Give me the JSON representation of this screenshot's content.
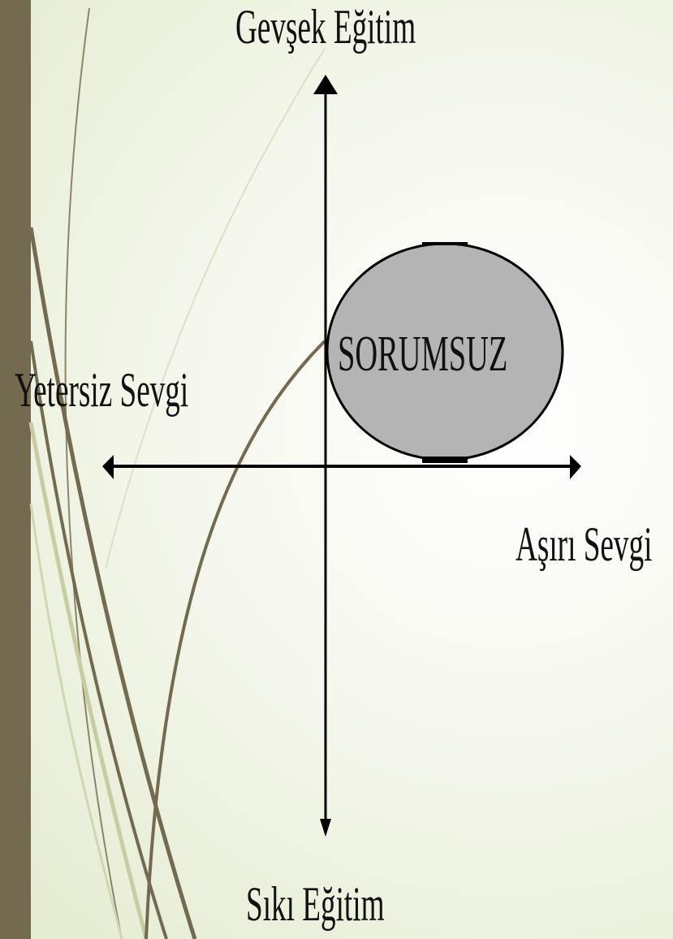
{
  "diagram": {
    "top_label": "Gevşek Eğitim",
    "bottom_label": "Sıkı Eğitim",
    "left_label": "Yetersiz Sevgi",
    "right_label": "Aşırı Sevgi",
    "circle_label": "SORUMSUZ",
    "circle_color": "#b4b4b4",
    "accent_sidebar_color": "#736a50"
  }
}
